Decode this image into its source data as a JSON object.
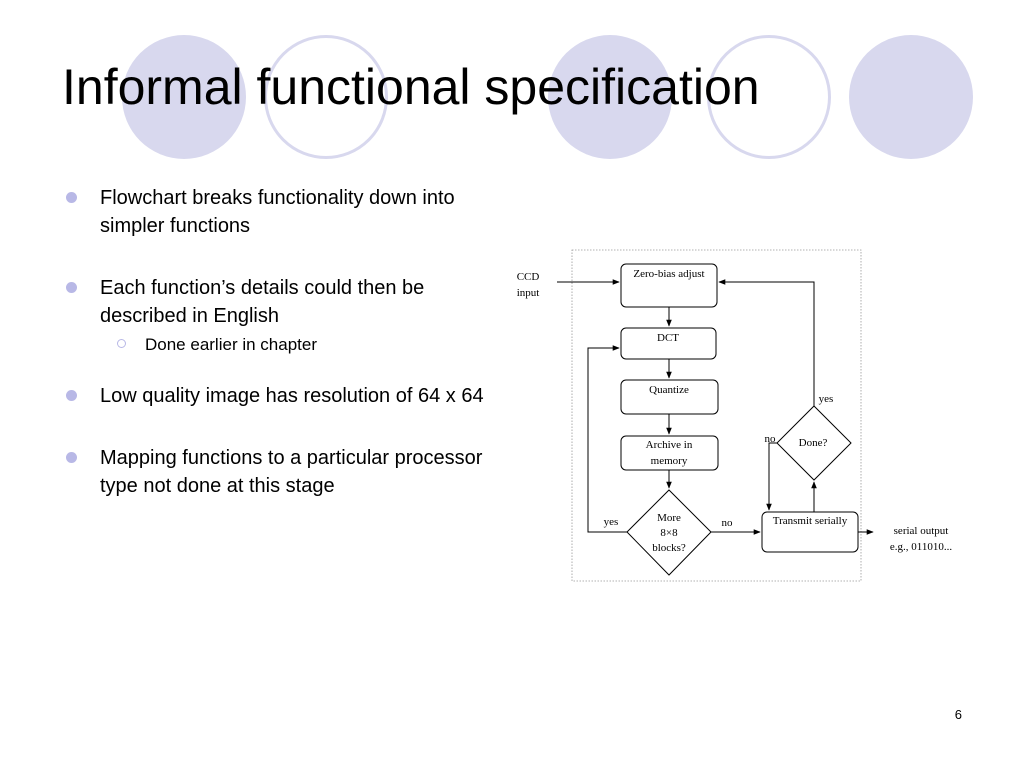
{
  "slide": {
    "title": "Informal functional specification",
    "page_number": "6"
  },
  "bullets": [
    {
      "text": "Flowchart breaks functionality down into simpler functions"
    },
    {
      "text": "Each function’s details could then be described in English",
      "sub": "Done earlier in chapter"
    },
    {
      "text": "Low quality image has resolution of 64 x 64"
    },
    {
      "text": "Mapping functions to a particular processor type not done at this stage"
    }
  ],
  "flowchart": {
    "input_label": [
      "CCD",
      "input"
    ],
    "nodes": {
      "zero_bias": "Zero-bias adjust",
      "dct": "DCT",
      "quantize": "Quantize",
      "archive": [
        "Archive in",
        "memory"
      ],
      "more_blocks": [
        "More",
        "8×8",
        "blocks?"
      ],
      "transmit": "Transmit serially",
      "done": "Done?"
    },
    "edge_labels": {
      "more_yes": "yes",
      "more_no": "no",
      "done_yes": "yes",
      "done_no": "no"
    },
    "output_label": [
      "serial output",
      "e.g., 011010..."
    ]
  },
  "colors": {
    "decoration": "#d8d8ee",
    "bullet": "#b8b8e6"
  }
}
